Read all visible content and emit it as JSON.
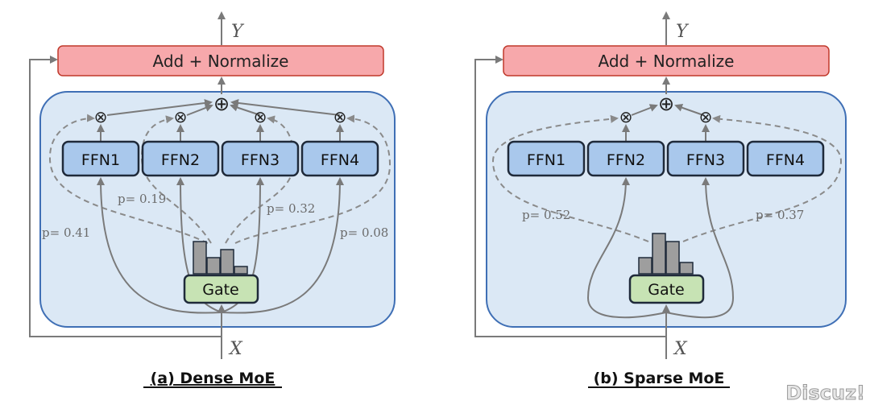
{
  "panels": [
    {
      "id": "dense",
      "caption": "(a) Dense MoE",
      "output_label": "Y",
      "input_label": "X",
      "norm_label": "Add + Normalize",
      "gate_label": "Gate",
      "experts": [
        "FFN1",
        "FFN2",
        "FFN3",
        "FFN4"
      ],
      "mul_symbol": "⊗",
      "add_symbol": "⊕",
      "probabilities": [
        {
          "label": "p= 0.41"
        },
        {
          "label": "p= 0.19"
        },
        {
          "label": "p= 0.32"
        },
        {
          "label": "p= 0.08"
        }
      ]
    },
    {
      "id": "sparse",
      "caption": "(b) Sparse MoE",
      "output_label": "Y",
      "input_label": "X",
      "norm_label": "Add + Normalize",
      "gate_label": "Gate",
      "experts": [
        "FFN1",
        "FFN2",
        "FFN3",
        "FFN4"
      ],
      "mul_symbol": "⊗",
      "add_symbol": "⊕",
      "probabilities": [
        {
          "label": "p= 0.52"
        },
        {
          "label": "p= 0.37"
        }
      ]
    }
  ],
  "watermark": "Discuz!",
  "colors": {
    "norm_fill": "#f7a8ab",
    "norm_stroke": "#c0392b",
    "panel_fill": "#dbe8f5",
    "panel_stroke": "#3f6fb5",
    "ffn_fill": "#a9c8ec",
    "ffn_stroke": "#1f2a3a",
    "gate_fill": "#c7e3b4",
    "gate_stroke": "#1f2a3a",
    "bar_fill": "#9e9e9e",
    "line": "#7a7a7a",
    "dashed": "#8a8a8a"
  }
}
